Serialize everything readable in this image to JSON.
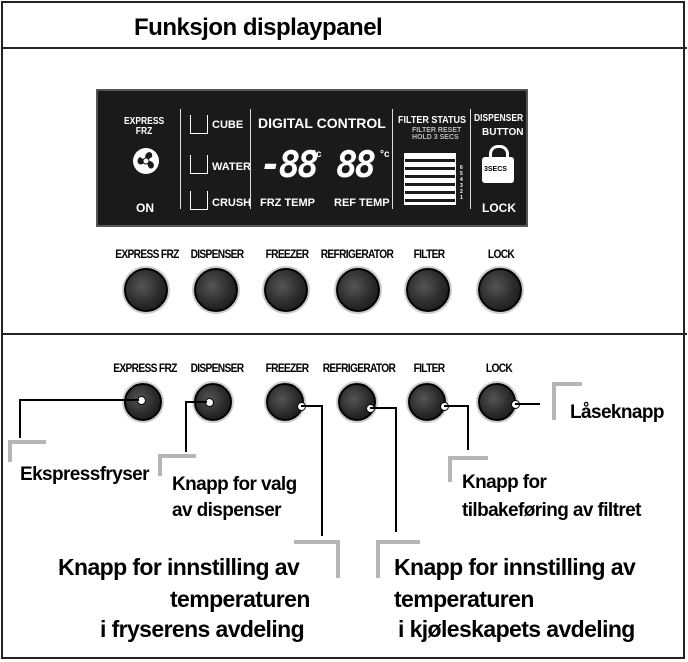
{
  "title": "Funksjon displaypanel",
  "display": {
    "express_frz": "EXPRESS\nFRZ",
    "on": "ON",
    "cube": "CUBE",
    "water": "WATER",
    "crush": "CRUSH",
    "digital_control": "DIGITAL CONTROL",
    "frz_digits": "-88",
    "ref_digits": "88",
    "deg_c": "°c",
    "frz_temp": "FRZ TEMP",
    "ref_temp": "REF TEMP",
    "filter_status": "FILTER STATUS",
    "filter_reset": "FILTER RESET\nHOLD 3 SECS",
    "filter_scale": "6 5 4 3 2 1",
    "dispenser_button_1": "DISPENSER",
    "dispenser_button_2": "BUTTON",
    "three_secs": "3SECS",
    "lock": "LOCK"
  },
  "buttons": [
    "EXPRESS FRZ",
    "DISPENSER",
    "FREEZER",
    "REFRIGERATOR",
    "FILTER",
    "LOCK"
  ],
  "callouts": {
    "express": "Ekspressfryser",
    "dispenser_1": "Knapp for valg",
    "dispenser_2": "av dispenser",
    "freezer_1": "Knapp for innstilling av",
    "freezer_2": "temperaturen",
    "freezer_3": "i fryserens avdeling",
    "fridge_1": "Knapp for innstilling av",
    "fridge_2": "temperaturen",
    "fridge_3": "i kjøleskapets avdeling",
    "filter_1": "Knapp for",
    "filter_2": "tilbakeføring av filtret",
    "lock": "Låseknapp"
  }
}
